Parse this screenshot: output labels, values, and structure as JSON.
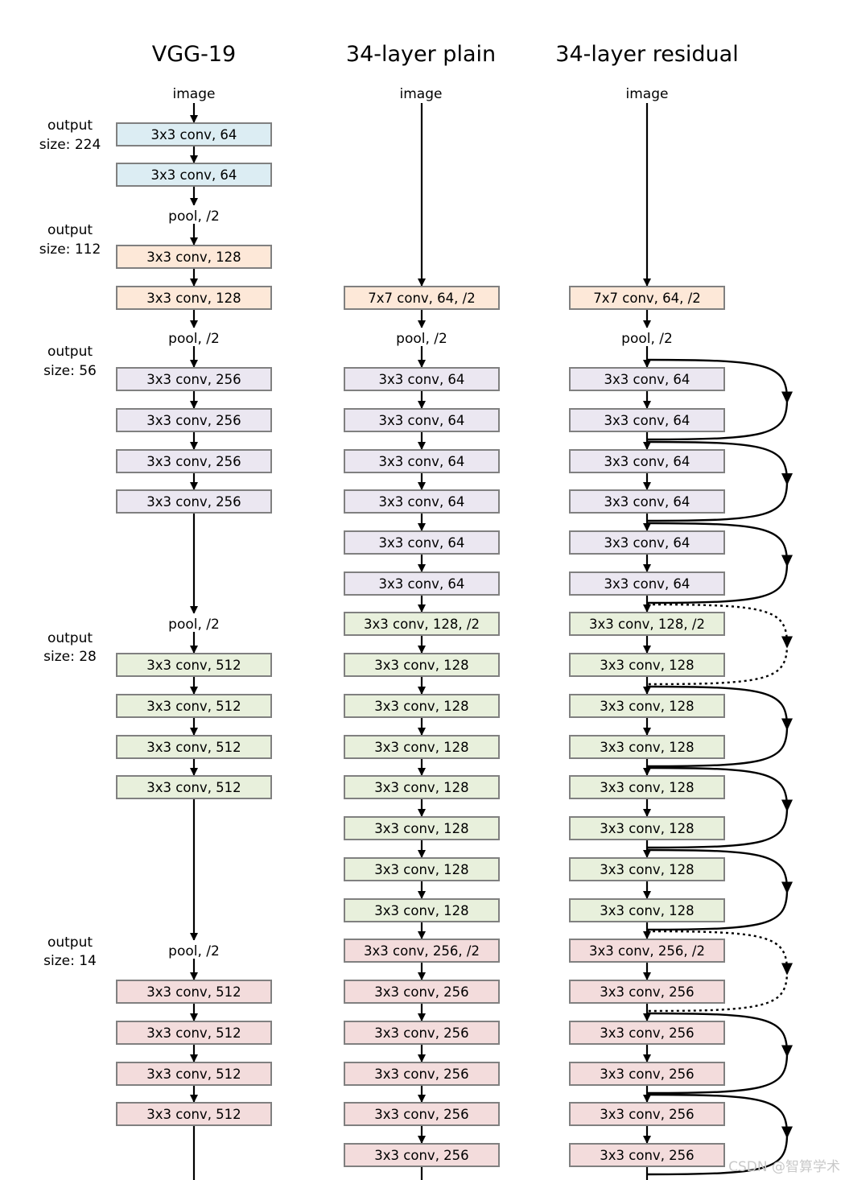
{
  "columns": [
    {
      "key": "vgg",
      "title": "VGG-19",
      "input": "image",
      "sequence": [
        {
          "kind": "block",
          "text": "3x3 conv, 64",
          "color": "#dcedf3"
        },
        {
          "kind": "block",
          "text": "3x3 conv, 64",
          "color": "#dcedf3"
        },
        {
          "kind": "label",
          "text": "pool, /2"
        },
        {
          "kind": "block",
          "text": "3x3 conv, 128",
          "color": "#fde8d8"
        },
        {
          "kind": "block",
          "text": "3x3 conv, 128",
          "color": "#fde8d8"
        },
        {
          "kind": "label",
          "text": "pool, /2"
        },
        {
          "kind": "block",
          "text": "3x3 conv, 256",
          "color": "#ebe7f1"
        },
        {
          "kind": "block",
          "text": "3x3 conv, 256",
          "color": "#ebe7f1"
        },
        {
          "kind": "block",
          "text": "3x3 conv, 256",
          "color": "#ebe7f1"
        },
        {
          "kind": "block",
          "text": "3x3 conv, 256",
          "color": "#ebe7f1"
        },
        {
          "kind": "label",
          "text": "pool, /2"
        },
        {
          "kind": "block",
          "text": "3x3 conv, 512",
          "color": "#e8f0dc"
        },
        {
          "kind": "block",
          "text": "3x3 conv, 512",
          "color": "#e8f0dc"
        },
        {
          "kind": "block",
          "text": "3x3 conv, 512",
          "color": "#e8f0dc"
        },
        {
          "kind": "block",
          "text": "3x3 conv, 512",
          "color": "#e8f0dc"
        },
        {
          "kind": "label",
          "text": "pool, /2"
        },
        {
          "kind": "block",
          "text": "3x3 conv, 512",
          "color": "#f3dcdc"
        },
        {
          "kind": "block",
          "text": "3x3 conv, 512",
          "color": "#f3dcdc"
        },
        {
          "kind": "block",
          "text": "3x3 conv, 512",
          "color": "#f3dcdc"
        },
        {
          "kind": "block",
          "text": "3x3 conv, 512",
          "color": "#f3dcdc"
        }
      ]
    },
    {
      "key": "plain",
      "title": "34-layer plain",
      "input": "image",
      "sequence": [
        {
          "kind": "block",
          "text": "7x7 conv, 64, /2",
          "color": "#fde8d8"
        },
        {
          "kind": "label",
          "text": "pool, /2"
        },
        {
          "kind": "block",
          "text": "3x3 conv, 64",
          "color": "#ebe7f1"
        },
        {
          "kind": "block",
          "text": "3x3 conv, 64",
          "color": "#ebe7f1"
        },
        {
          "kind": "block",
          "text": "3x3 conv, 64",
          "color": "#ebe7f1"
        },
        {
          "kind": "block",
          "text": "3x3 conv, 64",
          "color": "#ebe7f1"
        },
        {
          "kind": "block",
          "text": "3x3 conv, 64",
          "color": "#ebe7f1"
        },
        {
          "kind": "block",
          "text": "3x3 conv, 64",
          "color": "#ebe7f1"
        },
        {
          "kind": "block",
          "text": "3x3 conv, 128, /2",
          "color": "#e8f0dc"
        },
        {
          "kind": "block",
          "text": "3x3 conv, 128",
          "color": "#e8f0dc"
        },
        {
          "kind": "block",
          "text": "3x3 conv, 128",
          "color": "#e8f0dc"
        },
        {
          "kind": "block",
          "text": "3x3 conv, 128",
          "color": "#e8f0dc"
        },
        {
          "kind": "block",
          "text": "3x3 conv, 128",
          "color": "#e8f0dc"
        },
        {
          "kind": "block",
          "text": "3x3 conv, 128",
          "color": "#e8f0dc"
        },
        {
          "kind": "block",
          "text": "3x3 conv, 128",
          "color": "#e8f0dc"
        },
        {
          "kind": "block",
          "text": "3x3 conv, 128",
          "color": "#e8f0dc"
        },
        {
          "kind": "block",
          "text": "3x3 conv, 256, /2",
          "color": "#f3dcdc"
        },
        {
          "kind": "block",
          "text": "3x3 conv, 256",
          "color": "#f3dcdc"
        },
        {
          "kind": "block",
          "text": "3x3 conv, 256",
          "color": "#f3dcdc"
        },
        {
          "kind": "block",
          "text": "3x3 conv, 256",
          "color": "#f3dcdc"
        },
        {
          "kind": "block",
          "text": "3x3 conv, 256",
          "color": "#f3dcdc"
        },
        {
          "kind": "block",
          "text": "3x3 conv, 256",
          "color": "#f3dcdc"
        }
      ]
    },
    {
      "key": "residual",
      "title": "34-layer residual",
      "input": "image",
      "sequence": [
        {
          "kind": "block",
          "text": "7x7 conv, 64, /2",
          "color": "#fde8d8"
        },
        {
          "kind": "label",
          "text": "pool, /2"
        },
        {
          "kind": "block",
          "text": "3x3 conv, 64",
          "color": "#ebe7f1"
        },
        {
          "kind": "block",
          "text": "3x3 conv, 64",
          "color": "#ebe7f1"
        },
        {
          "kind": "block",
          "text": "3x3 conv, 64",
          "color": "#ebe7f1"
        },
        {
          "kind": "block",
          "text": "3x3 conv, 64",
          "color": "#ebe7f1"
        },
        {
          "kind": "block",
          "text": "3x3 conv, 64",
          "color": "#ebe7f1"
        },
        {
          "kind": "block",
          "text": "3x3 conv, 64",
          "color": "#ebe7f1"
        },
        {
          "kind": "block",
          "text": "3x3 conv, 128, /2",
          "color": "#e8f0dc"
        },
        {
          "kind": "block",
          "text": "3x3 conv, 128",
          "color": "#e8f0dc"
        },
        {
          "kind": "block",
          "text": "3x3 conv, 128",
          "color": "#e8f0dc"
        },
        {
          "kind": "block",
          "text": "3x3 conv, 128",
          "color": "#e8f0dc"
        },
        {
          "kind": "block",
          "text": "3x3 conv, 128",
          "color": "#e8f0dc"
        },
        {
          "kind": "block",
          "text": "3x3 conv, 128",
          "color": "#e8f0dc"
        },
        {
          "kind": "block",
          "text": "3x3 conv, 128",
          "color": "#e8f0dc"
        },
        {
          "kind": "block",
          "text": "3x3 conv, 128",
          "color": "#e8f0dc"
        },
        {
          "kind": "block",
          "text": "3x3 conv, 256, /2",
          "color": "#f3dcdc"
        },
        {
          "kind": "block",
          "text": "3x3 conv, 256",
          "color": "#f3dcdc"
        },
        {
          "kind": "block",
          "text": "3x3 conv, 256",
          "color": "#f3dcdc"
        },
        {
          "kind": "block",
          "text": "3x3 conv, 256",
          "color": "#f3dcdc"
        },
        {
          "kind": "block",
          "text": "3x3 conv, 256",
          "color": "#f3dcdc"
        },
        {
          "kind": "block",
          "text": "3x3 conv, 256",
          "color": "#f3dcdc"
        }
      ],
      "shortcuts": [
        "solid",
        "solid",
        "solid",
        "dotted",
        "solid",
        "solid",
        "solid",
        "dotted",
        "solid",
        "solid"
      ]
    }
  ],
  "output_sizes": [
    {
      "label": "output",
      "size": "size: 224"
    },
    {
      "label": "output",
      "size": "size: 112"
    },
    {
      "label": "output",
      "size": "size: 56"
    },
    {
      "label": "output",
      "size": "size: 28"
    },
    {
      "label": "output",
      "size": "size: 14"
    }
  ],
  "watermark": "CSDN @智算学术",
  "colors": {
    "block_stroke": "#808080",
    "line": "#000000"
  }
}
